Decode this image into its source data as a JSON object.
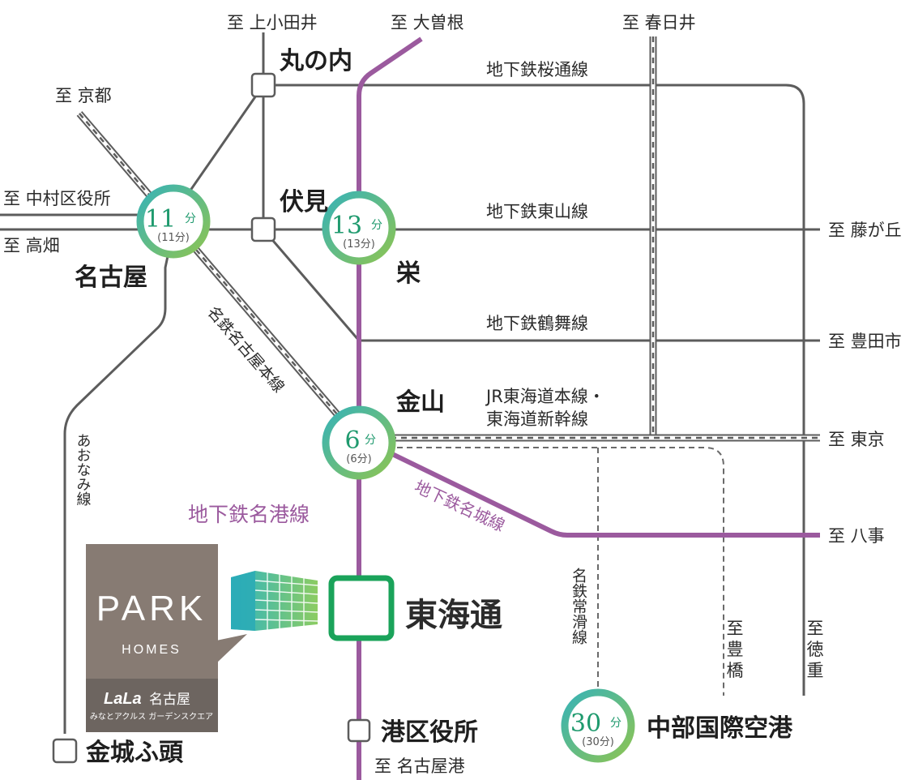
{
  "colors": {
    "subway_gray": "#5c5c5c",
    "meiko_purple": "#9b5a9e",
    "jr_dashed": "#5c5c5c",
    "ring_gradient_start": "#3fb8b0",
    "ring_gradient_end": "#86c15a",
    "highlight_green": "#1aa35a",
    "park_homes_brown": "#877b73",
    "lala_band": "#6d6560"
  },
  "destinations": {
    "kamiotai": "至 上小田井",
    "ozone": "至 大曽根",
    "kasugai": "至 春日井",
    "kyoto": "至 京都",
    "nakamurakuyakusho": "至 中村区役所",
    "takabata": "至 高畑",
    "fujigaoka": "至 藤が丘",
    "toyotashi": "至 豊田市",
    "tokyo": "至 東京",
    "yagoto": "至 八事",
    "toyohashi": "至\n豊\n橋",
    "tokushige": "至\n徳\n重",
    "nagoyako": "至 名古屋港"
  },
  "line_labels": {
    "sakuradori": "地下鉄桜通線",
    "higashiyama": "地下鉄東山線",
    "tsurumai": "地下鉄鶴舞線",
    "jr_line1": "JR東海道本線・",
    "jr_line2": "東海道新幹線",
    "meiko": "地下鉄名港線",
    "meijo": "地下鉄名城線",
    "meitetsu_honsen": "名鉄名古屋本線",
    "aonami": "あおなみ線",
    "meitetsu_tokoname": "名鉄常滑線"
  },
  "stations": {
    "marunouchi": "丸の内",
    "fushimi": "伏見",
    "nagoya": "名古屋",
    "sakae": "栄",
    "kanayama": "金山",
    "tokaidori": "東海通",
    "minatokuyakusho": "港区役所",
    "kinjofuto": "金城ふ頭",
    "chubu_airport": "中部国際空港"
  },
  "travel_times": [
    {
      "station": "名古屋",
      "minutes": "11",
      "unit": "分",
      "sub": "(11分)"
    },
    {
      "station": "栄",
      "minutes": "13",
      "unit": "分",
      "sub": "(13分)"
    },
    {
      "station": "金山",
      "minutes": "6",
      "unit": "分",
      "sub": "(6分)"
    },
    {
      "station": "中部国際空港",
      "minutes": "30",
      "unit": "分",
      "sub": "(30分)"
    }
  ],
  "logo": {
    "park": "PARK",
    "homes": "HOMES",
    "lala": "LaLa",
    "lala_name": "名古屋",
    "lala_sub": "みなとアクルス ガーデンスクエア"
  }
}
